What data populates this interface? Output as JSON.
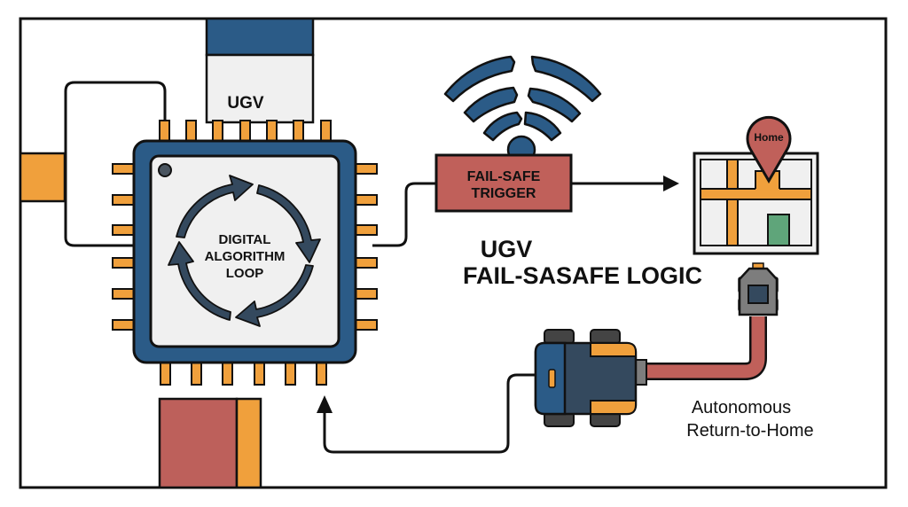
{
  "diagram": {
    "title_line1": "UGV",
    "title_line2": "FAIL-SASAFE LOGIC",
    "ugv_strip_label": "UGV",
    "chip": {
      "label_line1": "DIGITAL",
      "label_line2": "ALGORITHM",
      "label_line3": "LOOP",
      "icon": "cycle-arrows-icon"
    },
    "trigger": {
      "label_line1": "FAIL-SAFE",
      "label_line2": "TRIGGER",
      "icon": "broken-wifi-icon"
    },
    "map": {
      "pin_label": "Home",
      "icon": "map-pin-icon"
    },
    "return": {
      "label_line1": "Autonomous",
      "label_line2": "Return-to-Home",
      "icon": "robot-vehicle-icon"
    },
    "colors": {
      "chip_blue": "#2b5b87",
      "pin_orange": "#f0a03c",
      "trigger_red": "#c0605a",
      "dark_navy": "#34495e",
      "map_green": "#5fa57a",
      "chip_inner": "#f0f0f0",
      "gray": "#7d7d7d"
    }
  }
}
